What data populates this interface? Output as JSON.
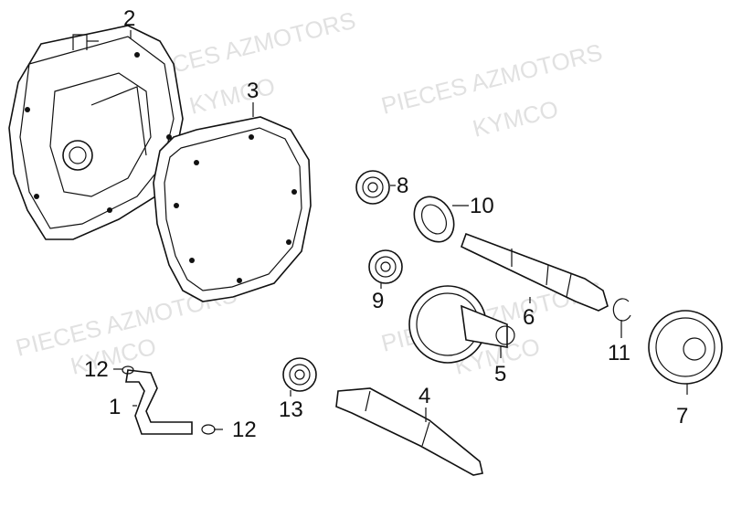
{
  "watermark": {
    "line1": "PIECES AZMOTORS",
    "line2": "KYMCO"
  },
  "parts": [
    {
      "label": "2"
    },
    {
      "label": "3"
    },
    {
      "label": "8"
    },
    {
      "label": "10"
    },
    {
      "label": "9"
    },
    {
      "label": "6"
    },
    {
      "label": "5"
    },
    {
      "label": "11"
    },
    {
      "label": "7"
    },
    {
      "label": "12"
    },
    {
      "label": "1"
    },
    {
      "label": "12"
    },
    {
      "label": "13"
    },
    {
      "label": "4"
    }
  ],
  "colors": {
    "line": "#111111",
    "watermark": "#c9c9c9",
    "background": "#ffffff"
  }
}
